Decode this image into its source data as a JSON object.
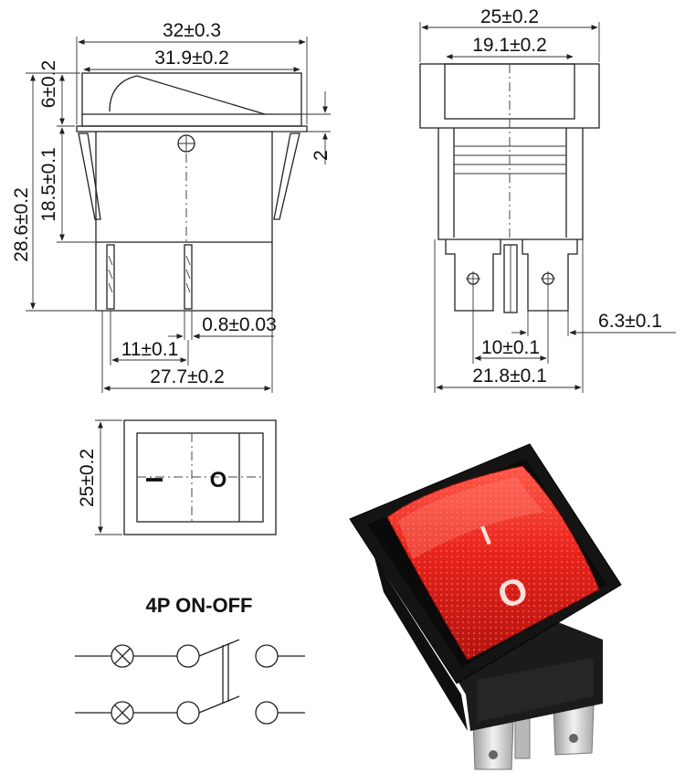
{
  "side_view": {
    "width_outer": "32±0.3",
    "width_inner": "31.9±0.2",
    "rocker_height": "6±0.2",
    "body_height": "18.5±0.1",
    "total_height": "28.6±0.2",
    "lip": "2",
    "terminal_thickness": "0.8±0.03",
    "terminal_pitch": "11±0.1",
    "base_width": "27.7±0.2"
  },
  "front_view": {
    "width_outer": "25±0.2",
    "width_inner": "19.1±0.2",
    "tab_width": "6.3±0.1",
    "terminal_pitch": "10±0.1",
    "base_width": "21.8±0.1"
  },
  "top_view": {
    "height": "25±0.2",
    "on_symbol": "I",
    "off_symbol": "O"
  },
  "schematic": {
    "title": "4P  ON-OFF"
  },
  "photo": {
    "on_symbol": "I",
    "off_symbol": "O",
    "colors": {
      "rocker": "#e8231c",
      "rocker_dark": "#9c0f0b",
      "housing": "#141414",
      "terminal": "#d8d8d8"
    }
  }
}
